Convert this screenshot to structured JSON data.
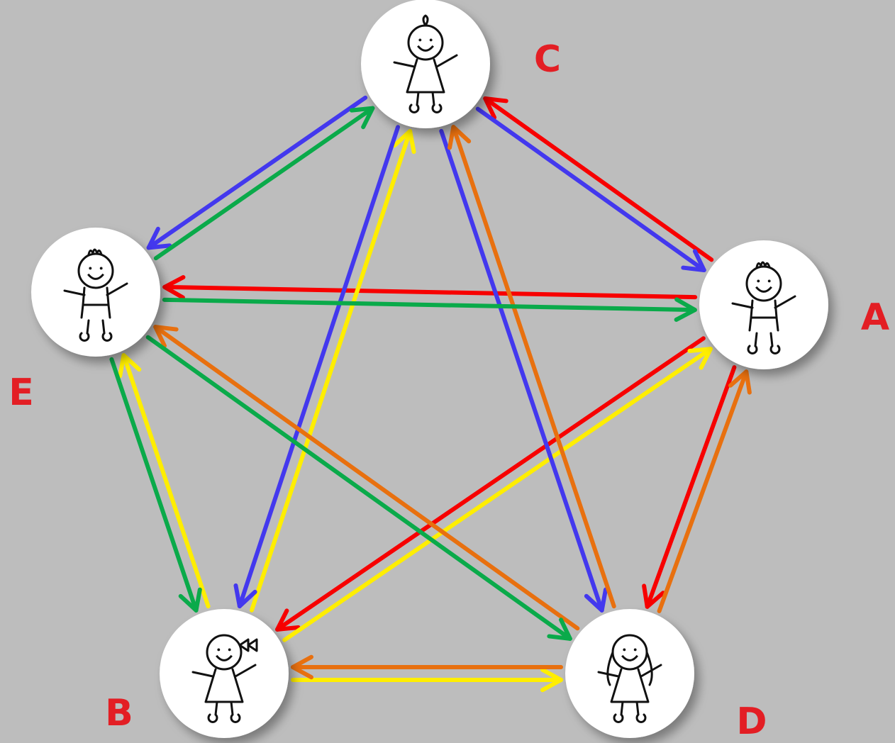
{
  "diagram": {
    "nodes": [
      {
        "id": "A",
        "label": "A",
        "figure": "boy-kicking"
      },
      {
        "id": "B",
        "label": "B",
        "figure": "girl-with-bow"
      },
      {
        "id": "C",
        "label": "C",
        "figure": "girl-in-dress"
      },
      {
        "id": "D",
        "label": "D",
        "figure": "girl-long-hair"
      },
      {
        "id": "E",
        "label": "E",
        "figure": "boy-waving"
      }
    ],
    "edges": [
      {
        "from": "A",
        "to": "C",
        "color": "#f70000"
      },
      {
        "from": "A",
        "to": "E",
        "color": "#f70000"
      },
      {
        "from": "A",
        "to": "B",
        "color": "#f70000"
      },
      {
        "from": "A",
        "to": "D",
        "color": "#f70000"
      },
      {
        "from": "B",
        "to": "E",
        "color": "#ffee00"
      },
      {
        "from": "B",
        "to": "C",
        "color": "#ffee00"
      },
      {
        "from": "B",
        "to": "A",
        "color": "#ffee00"
      },
      {
        "from": "B",
        "to": "D",
        "color": "#ffee00"
      },
      {
        "from": "C",
        "to": "E",
        "color": "#4338ee"
      },
      {
        "from": "C",
        "to": "A",
        "color": "#4338ee"
      },
      {
        "from": "C",
        "to": "B",
        "color": "#4338ee"
      },
      {
        "from": "C",
        "to": "D",
        "color": "#4338ee"
      },
      {
        "from": "D",
        "to": "C",
        "color": "#e8700f"
      },
      {
        "from": "D",
        "to": "A",
        "color": "#e8700f"
      },
      {
        "from": "D",
        "to": "E",
        "color": "#e8700f"
      },
      {
        "from": "D",
        "to": "B",
        "color": "#e8700f"
      },
      {
        "from": "E",
        "to": "C",
        "color": "#0aaa4a"
      },
      {
        "from": "E",
        "to": "A",
        "color": "#0aaa4a"
      },
      {
        "from": "E",
        "to": "B",
        "color": "#0aaa4a"
      },
      {
        "from": "E",
        "to": "D",
        "color": "#0aaa4a"
      }
    ],
    "label_color": "#e31e24",
    "node_fill": "#ffffff",
    "background": "#bdbdbd"
  }
}
